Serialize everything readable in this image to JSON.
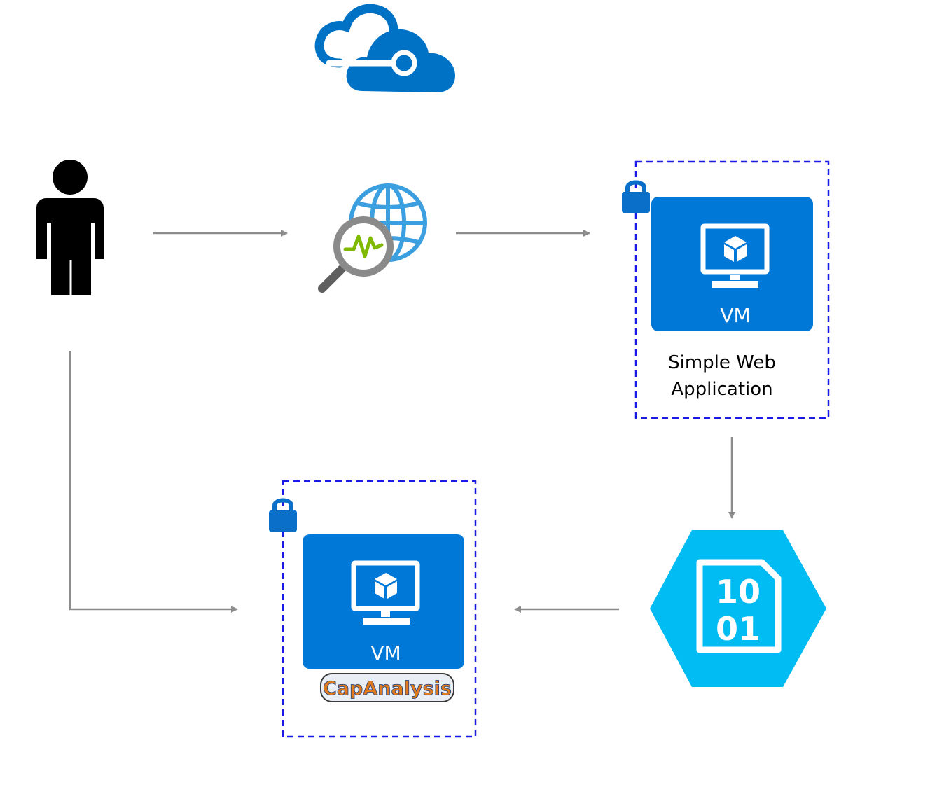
{
  "diagram": {
    "title": "",
    "colors": {
      "azure_blue": "#0078d7",
      "cloud_blue": "#0072c6",
      "storage_cyan": "#00bcf2",
      "dashed_border": "#1a1ae6",
      "arrow_gray": "#8c8c8c",
      "user_black": "#000000",
      "lock_blue": "#0a6fc9",
      "pulse_green": "#7fba00",
      "globe_blue": "#3b9fe0",
      "magnifier_gray": "#5f5f5f"
    },
    "nodes": {
      "azure_cloud": {
        "icon": "azure-cloud-icon"
      },
      "user": {
        "icon": "user-icon"
      },
      "network_watcher": {
        "icon": "network-watcher-icon"
      },
      "web_vm": {
        "icon": "vm-icon",
        "vm_label": "VM",
        "caption_line1": "Simple Web",
        "caption_line2": "Application",
        "lock_icon": "lock-icon"
      },
      "storage": {
        "icon": "storage-blob-icon",
        "line1": "10",
        "line2": "01"
      },
      "analysis_vm": {
        "icon": "vm-icon",
        "vm_label": "VM",
        "logo_text": "CapAnalysis",
        "lock_icon": "lock-icon"
      }
    },
    "edges": [
      {
        "from": "user",
        "to": "network_watcher"
      },
      {
        "from": "network_watcher",
        "to": "web_vm"
      },
      {
        "from": "web_vm",
        "to": "storage"
      },
      {
        "from": "storage",
        "to": "analysis_vm"
      },
      {
        "from": "user",
        "to": "analysis_vm"
      }
    ]
  }
}
